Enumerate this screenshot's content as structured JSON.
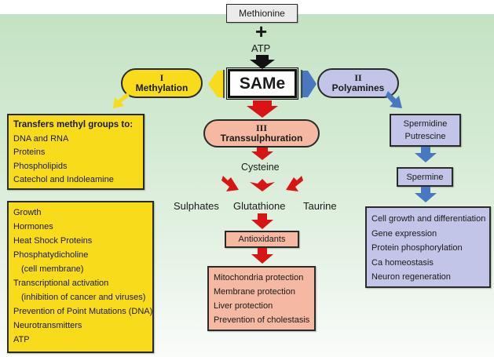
{
  "colors": {
    "yellow": "#f8dc1c",
    "red": "#d81414",
    "salmon": "#f5b8a2",
    "lavender": "#c3c5e8",
    "blue_arrow": "#4a78c0",
    "background": "#d3ead2"
  },
  "top": {
    "methionine": "Methionine",
    "plus": "+",
    "atp": "ATP",
    "same": "SAMe"
  },
  "methylation": {
    "numeral": "I",
    "title": "Methylation",
    "transfers_heading": "Transfers methyl groups to:",
    "transfers_items": [
      "DNA and RNA",
      "Proteins",
      "Phospholipids",
      "Catechol and Indoleamine"
    ],
    "effects": [
      {
        "text": "Growth",
        "indent": false
      },
      {
        "text": "Hormones",
        "indent": false
      },
      {
        "text": "Heat Shock Proteins",
        "indent": false
      },
      {
        "text": "Phosphatydicholine",
        "indent": false
      },
      {
        "text": "(cell membrane)",
        "indent": true
      },
      {
        "text": "Transcriptional activation",
        "indent": false
      },
      {
        "text": "(inhibition of cancer  and viruses)",
        "indent": true
      },
      {
        "text": "Prevention of Point Mutations (DNA)",
        "indent": false
      },
      {
        "text": "Neurotransmitters",
        "indent": false
      },
      {
        "text": "ATP",
        "indent": false
      }
    ]
  },
  "polyamines": {
    "numeral": "II",
    "title": "Polyamines",
    "box1": [
      "Spermidine",
      "Putrescine"
    ],
    "box2": "Spermine",
    "effects": [
      "Cell growth and differentiation",
      "Gene expression",
      "Protein phosphorylation",
      "Ca homeostasis",
      "Neuron regeneration"
    ]
  },
  "transsulphuration": {
    "numeral": "III",
    "title": "Transsulphuration",
    "cysteine": "Cysteine",
    "products": [
      "Sulphates",
      "Glutathione",
      "Taurine"
    ],
    "antioxidants": "Antioxidants",
    "effects": [
      "Mitochondria protection",
      "Membrane protection",
      "Liver protection",
      "Prevention of cholestasis"
    ]
  }
}
